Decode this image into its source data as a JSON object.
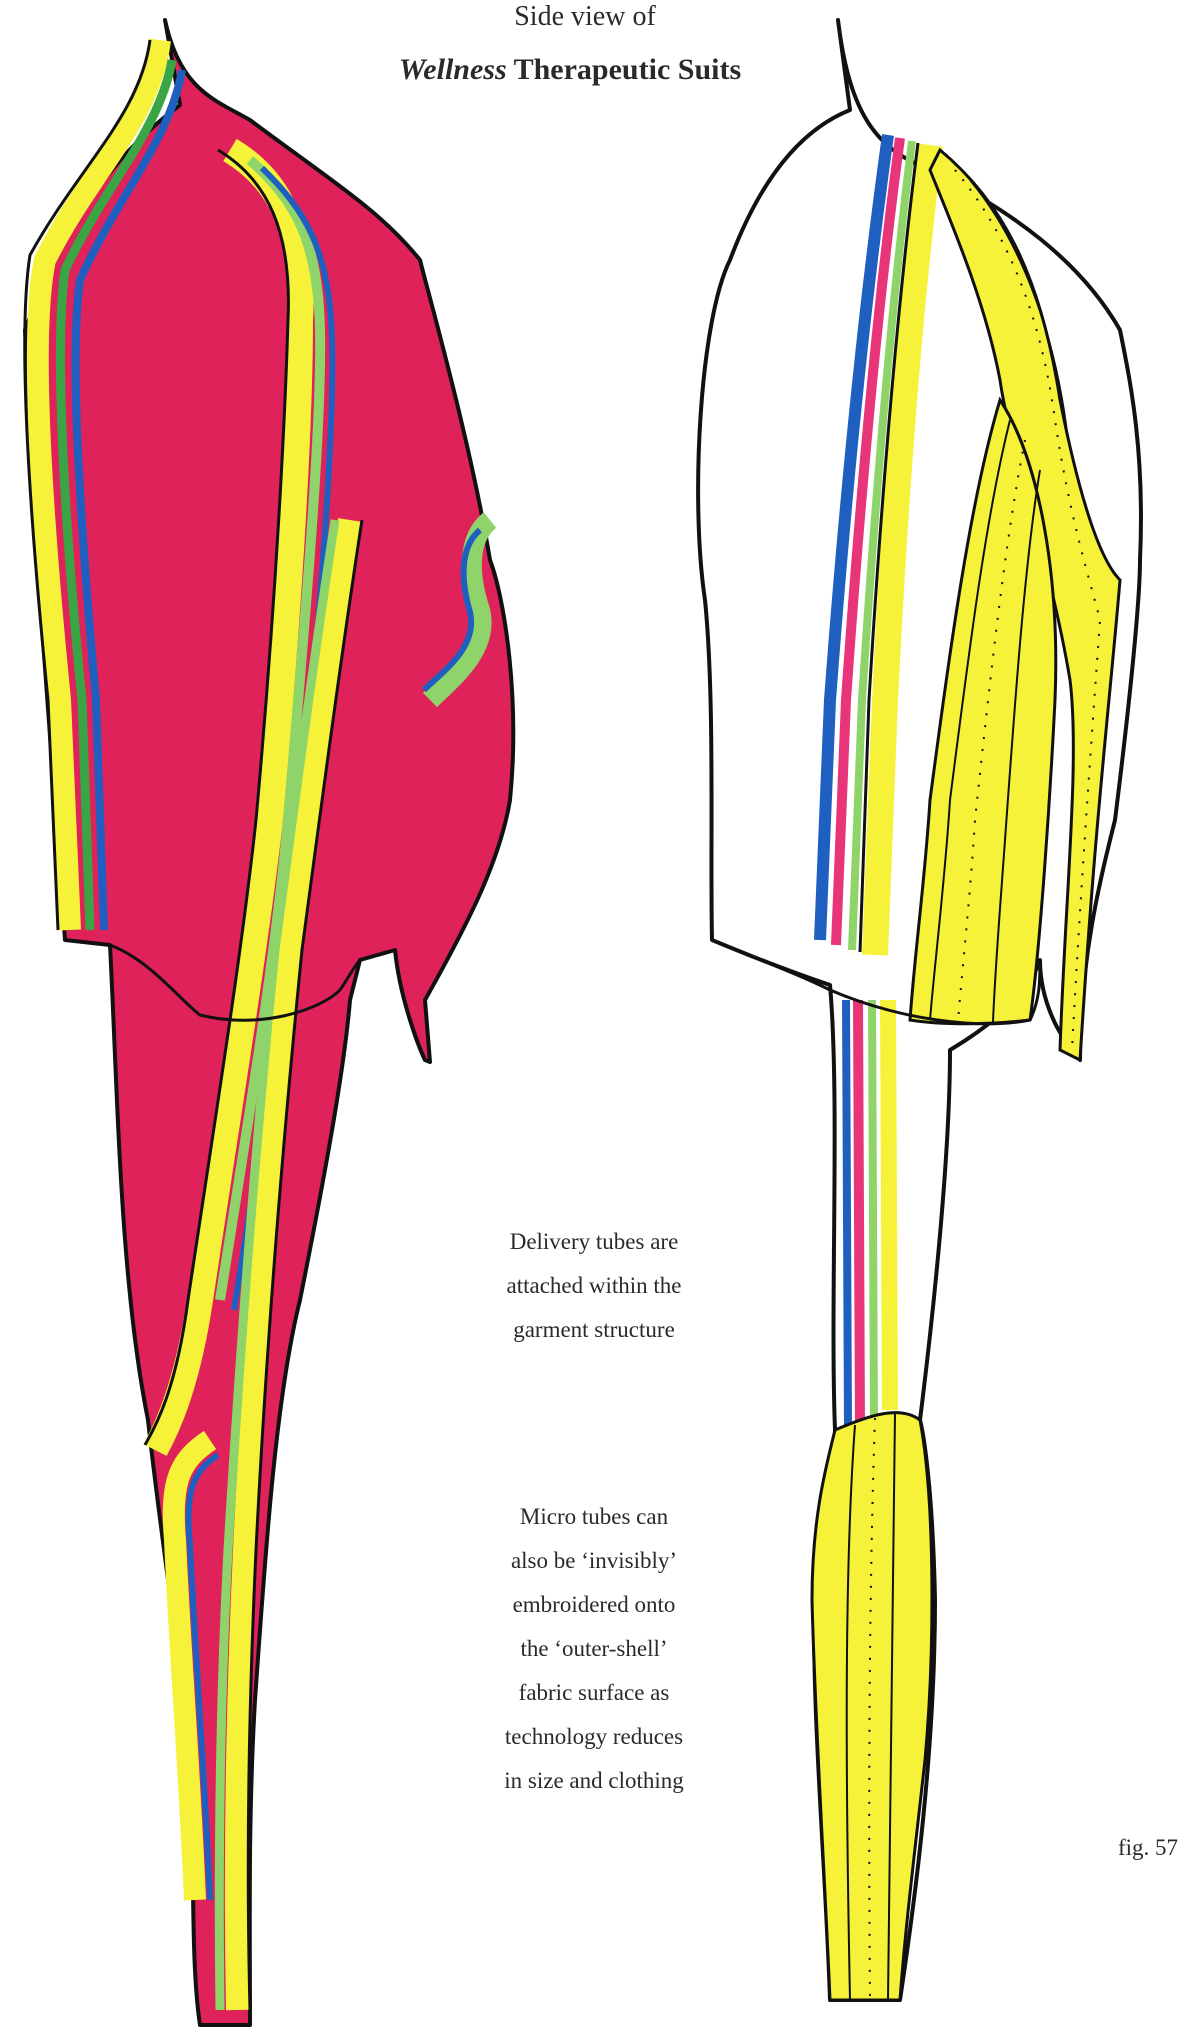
{
  "title": {
    "line1": "Side view of",
    "line2_italic": "Wellness",
    "line2_bold": "Therapeutic Suits"
  },
  "captions": {
    "delivery": [
      "Delivery tubes are",
      "attached within the",
      "garment structure"
    ],
    "micro": [
      "Micro tubes can",
      "also be ‘invisibly’",
      "embroidered onto",
      "the ‘outer-shell’",
      "fabric surface as",
      "technology reduces",
      "in size and clothing"
    ]
  },
  "figure_label": "fig. 57",
  "colors": {
    "suit_magenta": "#e0225a",
    "tube_yellow": "#f6f23a",
    "tube_green": "#8fd46a",
    "tube_blue": "#1f5fbf",
    "tube_pink": "#e8357a",
    "outline": "#111111"
  }
}
